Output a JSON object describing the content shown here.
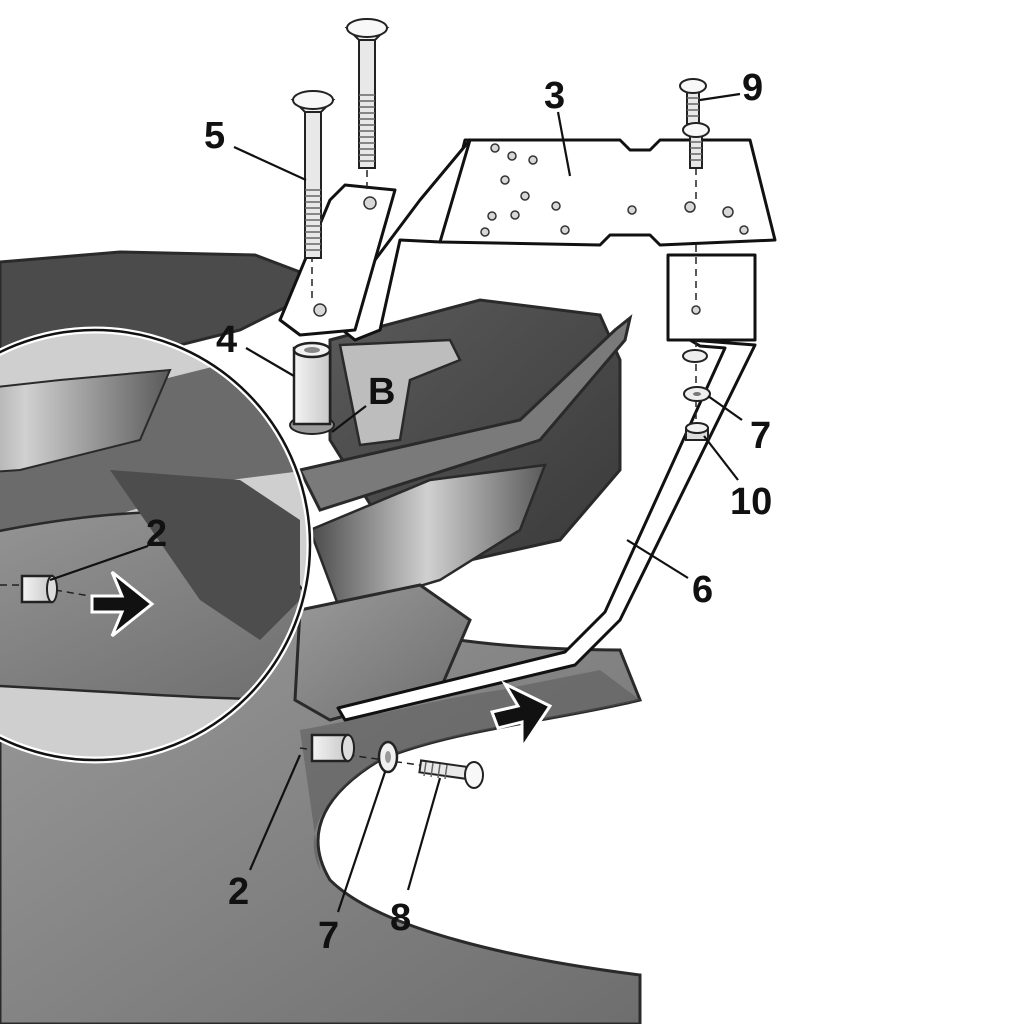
{
  "labels": {
    "part_2_detail": "2",
    "part_3": "3",
    "part_4": "4",
    "part_5": "5",
    "part_6": "6",
    "part_7_right": "7",
    "part_9": "9",
    "part_10": "10",
    "part_b": "B",
    "part_2_bottom": "2",
    "part_7_bottom": "7",
    "part_8": "8"
  },
  "colors": {
    "background": "#ffffff",
    "body_light": "#8a8a8a",
    "body_mid": "#5c5c5c",
    "body_dark": "#3e3e3e",
    "seat": "#4a4a4a",
    "metal_part": "#ffffff",
    "outline": "#111111",
    "arrow": "#111111"
  },
  "icons": {
    "detail_arrow": "arrow-right-icon",
    "assembly_arrow": "arrow-right-icon"
  }
}
